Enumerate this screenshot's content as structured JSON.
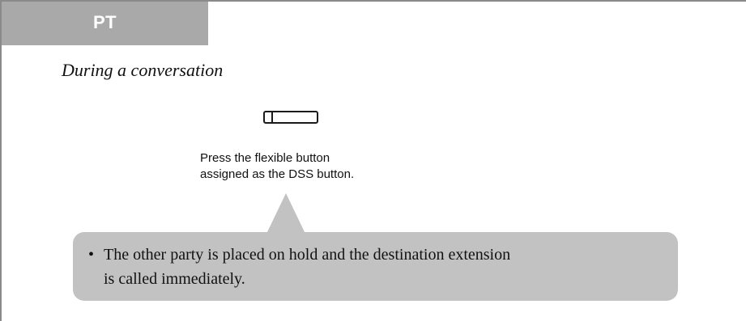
{
  "tab": {
    "label": "PT"
  },
  "section": {
    "heading": "During a conversation"
  },
  "step": {
    "instruction_line1": "Press the flexible button",
    "instruction_line2": "assigned as the DSS button.",
    "button_icon": "flexible-button-icon"
  },
  "note": {
    "bullet": "•",
    "text_line1": "The other party is placed on hold and the destination extension",
    "text_line2": "is called immediately."
  },
  "colors": {
    "tab_background": "#a9a9a9",
    "callout_background": "#c2c2c2",
    "frame": "#8a8a8a"
  }
}
